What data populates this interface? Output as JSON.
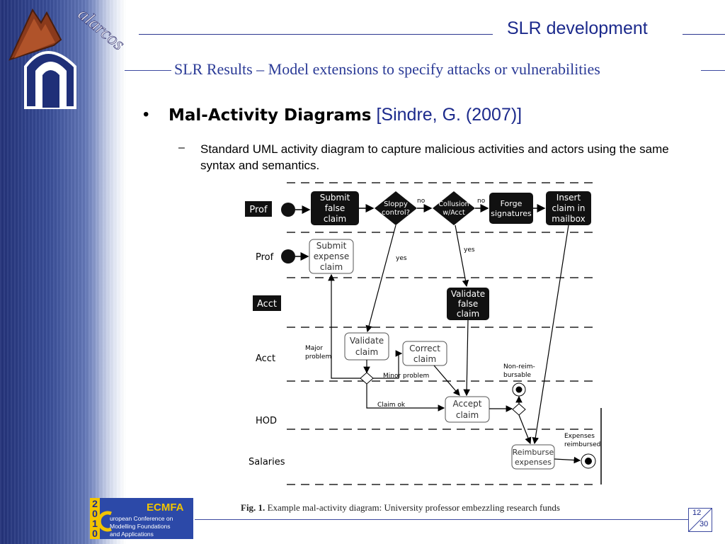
{
  "header": {
    "title": "SLR development",
    "subtitle": "SLR Results – Model extensions to specify attacks or vulnerabilities",
    "logo_text": "alarcos"
  },
  "content": {
    "bullet_symbol": "•",
    "bullet_title": "Mal-Activity Diagrams",
    "bullet_citation": "[Sindre, G. (2007)]",
    "sub_dash": "–",
    "sub_text": "Standard UML activity diagram to capture malicious activities and actors using the same syntax and semantics."
  },
  "diagram": {
    "lanes": {
      "prof_mal": "Prof",
      "prof": "Prof",
      "acct_mal": "Acct",
      "acct": "Acct",
      "hod": "HOD",
      "salaries": "Salaries"
    },
    "nodes": {
      "submit_false_1": "Submit",
      "submit_false_2": "false",
      "submit_false_3": "claim",
      "sloppy_1": "Sloppy",
      "sloppy_2": "control?",
      "collusion_1": "Collusion",
      "collusion_2": "w/Acct",
      "forge_1": "Forge",
      "forge_2": "signatures",
      "insert_1": "Insert",
      "insert_2": "claim in",
      "insert_3": "mailbox",
      "submit_exp_1": "Submit",
      "submit_exp_2": "expense",
      "submit_exp_3": "claim",
      "validate_false_1": "Validate",
      "validate_false_2": "false",
      "validate_false_3": "claim",
      "validate_1": "Validate",
      "validate_2": "claim",
      "correct_1": "Correct",
      "correct_2": "claim",
      "accept_1": "Accept",
      "accept_2": "claim",
      "reimburse_1": "Reimburse",
      "reimburse_2": "expenses"
    },
    "labels": {
      "no1": "no",
      "no2": "no",
      "yes1": "yes",
      "yes2": "yes",
      "major_1": "Major",
      "major_2": "problem",
      "minor": "Minor problem",
      "claim_ok": "Claim ok",
      "nonreim_1": "Non-reim-",
      "nonreim_2": "bursable",
      "exp_1": "Expenses",
      "exp_2": "reimbursed"
    },
    "caption_label": "Fig. 1.",
    "caption_text": "Example mal-activity diagram: University professor embezzling research funds"
  },
  "footer": {
    "ecmfa_title": "ECMFA",
    "ecmfa_year": [
      "2",
      "0",
      "1",
      "0"
    ],
    "ecmfa_line1": "uropean Conference on",
    "ecmfa_line2": "Modelling Foundations",
    "ecmfa_line3": "and Applications",
    "page_current": "12",
    "page_total": "30"
  },
  "colors": {
    "title_blue": "#1c2a8c",
    "sidebar_dark": "#24337a",
    "ecmfa_yellow": "#f2c400"
  }
}
